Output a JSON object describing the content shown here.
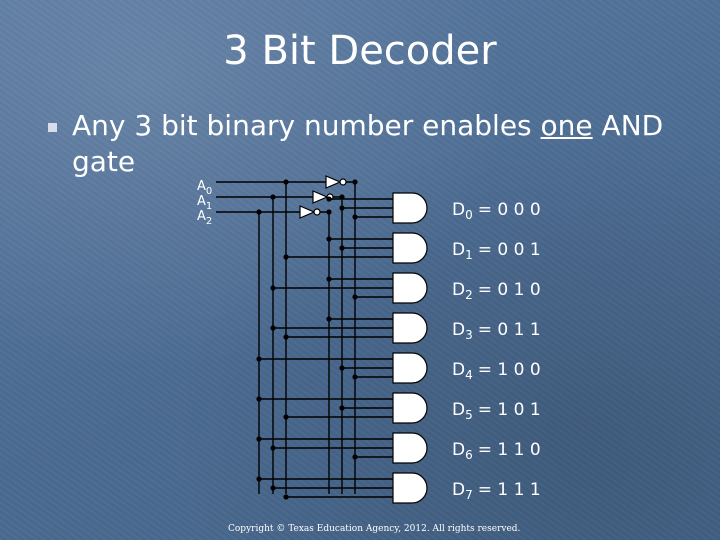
{
  "title": "3 Bit Decoder",
  "bullet": {
    "text_before": "Any 3 bit binary number enables ",
    "emphasis": "one",
    "text_after": " AND gate"
  },
  "inputs": [
    {
      "letter": "A",
      "sub": "0"
    },
    {
      "letter": "A",
      "sub": "1"
    },
    {
      "letter": "A",
      "sub": "2"
    }
  ],
  "outputs": [
    {
      "letter": "D",
      "sub": "0",
      "value": "= 0 0 0"
    },
    {
      "letter": "D",
      "sub": "1",
      "value": "= 0 0 1"
    },
    {
      "letter": "D",
      "sub": "2",
      "value": "= 0 1 0"
    },
    {
      "letter": "D",
      "sub": "3",
      "value": "= 0 1 1"
    },
    {
      "letter": "D",
      "sub": "4",
      "value": "= 1 0 0"
    },
    {
      "letter": "D",
      "sub": "5",
      "value": "= 1 0 1"
    },
    {
      "letter": "D",
      "sub": "6",
      "value": "= 1 1 0"
    },
    {
      "letter": "D",
      "sub": "7",
      "value": "= 1 1 1"
    }
  ],
  "copyright": "Copyright © Texas Education Agency, 2012. All rights reserved.",
  "colors": {
    "background": "#4f6f95",
    "text": "#ffffff",
    "gate_fill": "#ffffff",
    "wire": "#000000"
  }
}
